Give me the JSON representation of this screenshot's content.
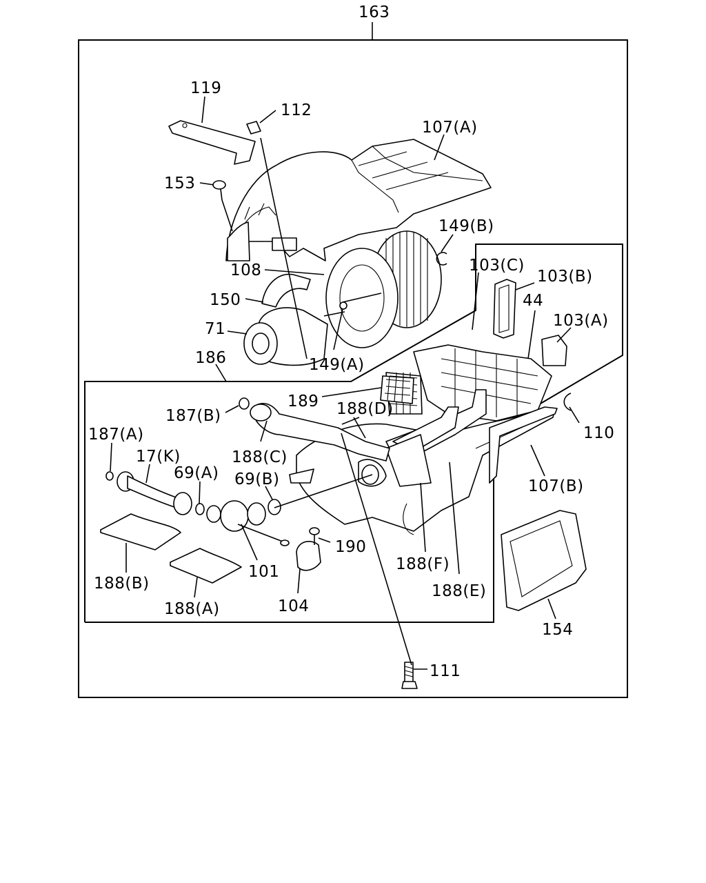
{
  "diagram": {
    "assembly_label": "163",
    "callouts": {
      "c119": "119",
      "c112": "112",
      "c107a": "107(A)",
      "c153": "153",
      "c149b": "149(B)",
      "c108": "108",
      "c103c": "103(C)",
      "c103b": "103(B)",
      "c44": "44",
      "c150": "150",
      "c103a": "103(A)",
      "c71": "71",
      "c149a": "149(A)",
      "c186": "186",
      "c189": "189",
      "c187b": "187(B)",
      "c188d": "188(D)",
      "c110": "110",
      "c187a": "187(A)",
      "c188c": "188(C)",
      "c17k": "17(K)",
      "c69a": "69(A)",
      "c69b": "69(B)",
      "c107b": "107(B)",
      "c190": "190",
      "c101": "101",
      "c188f": "188(F)",
      "c188b": "188(B)",
      "c188e": "188(E)",
      "c104": "104",
      "c188a": "188(A)",
      "c154": "154",
      "c111": "111"
    }
  }
}
